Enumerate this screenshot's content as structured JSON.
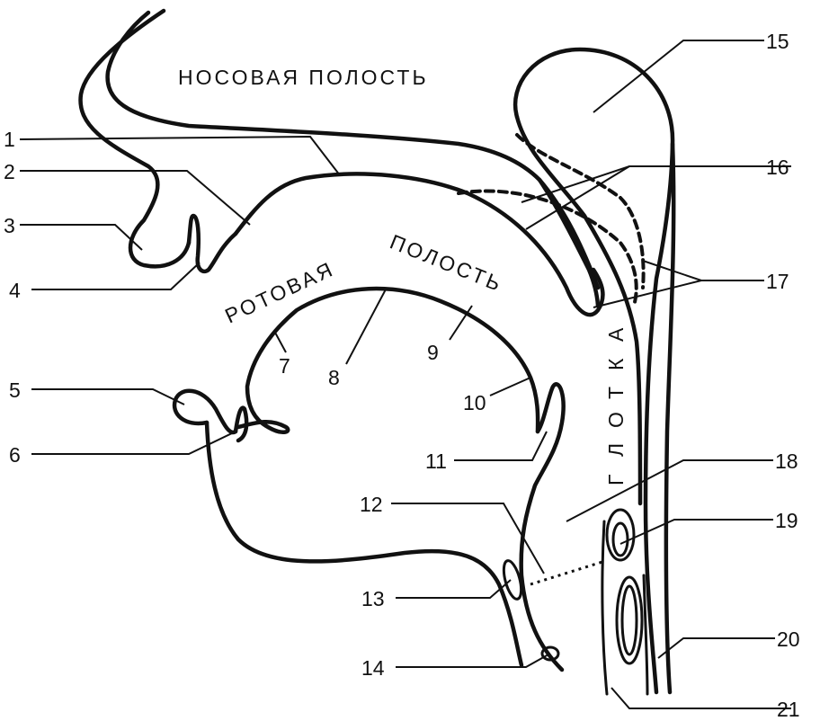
{
  "regions": {
    "nasal": "НОСОВАЯ ПОЛОСТЬ",
    "oral_1": "РОТОВАЯ",
    "oral_2": "ПОЛОСТЬ",
    "pharynx": [
      "Г",
      "Л",
      "О",
      "Т",
      "К",
      "А"
    ]
  },
  "labels": [
    "1",
    "2",
    "3",
    "4",
    "5",
    "6",
    "7",
    "8",
    "9",
    "10",
    "11",
    "12",
    "13",
    "14",
    "15",
    "16",
    "17",
    "18",
    "19",
    "20",
    "21"
  ]
}
